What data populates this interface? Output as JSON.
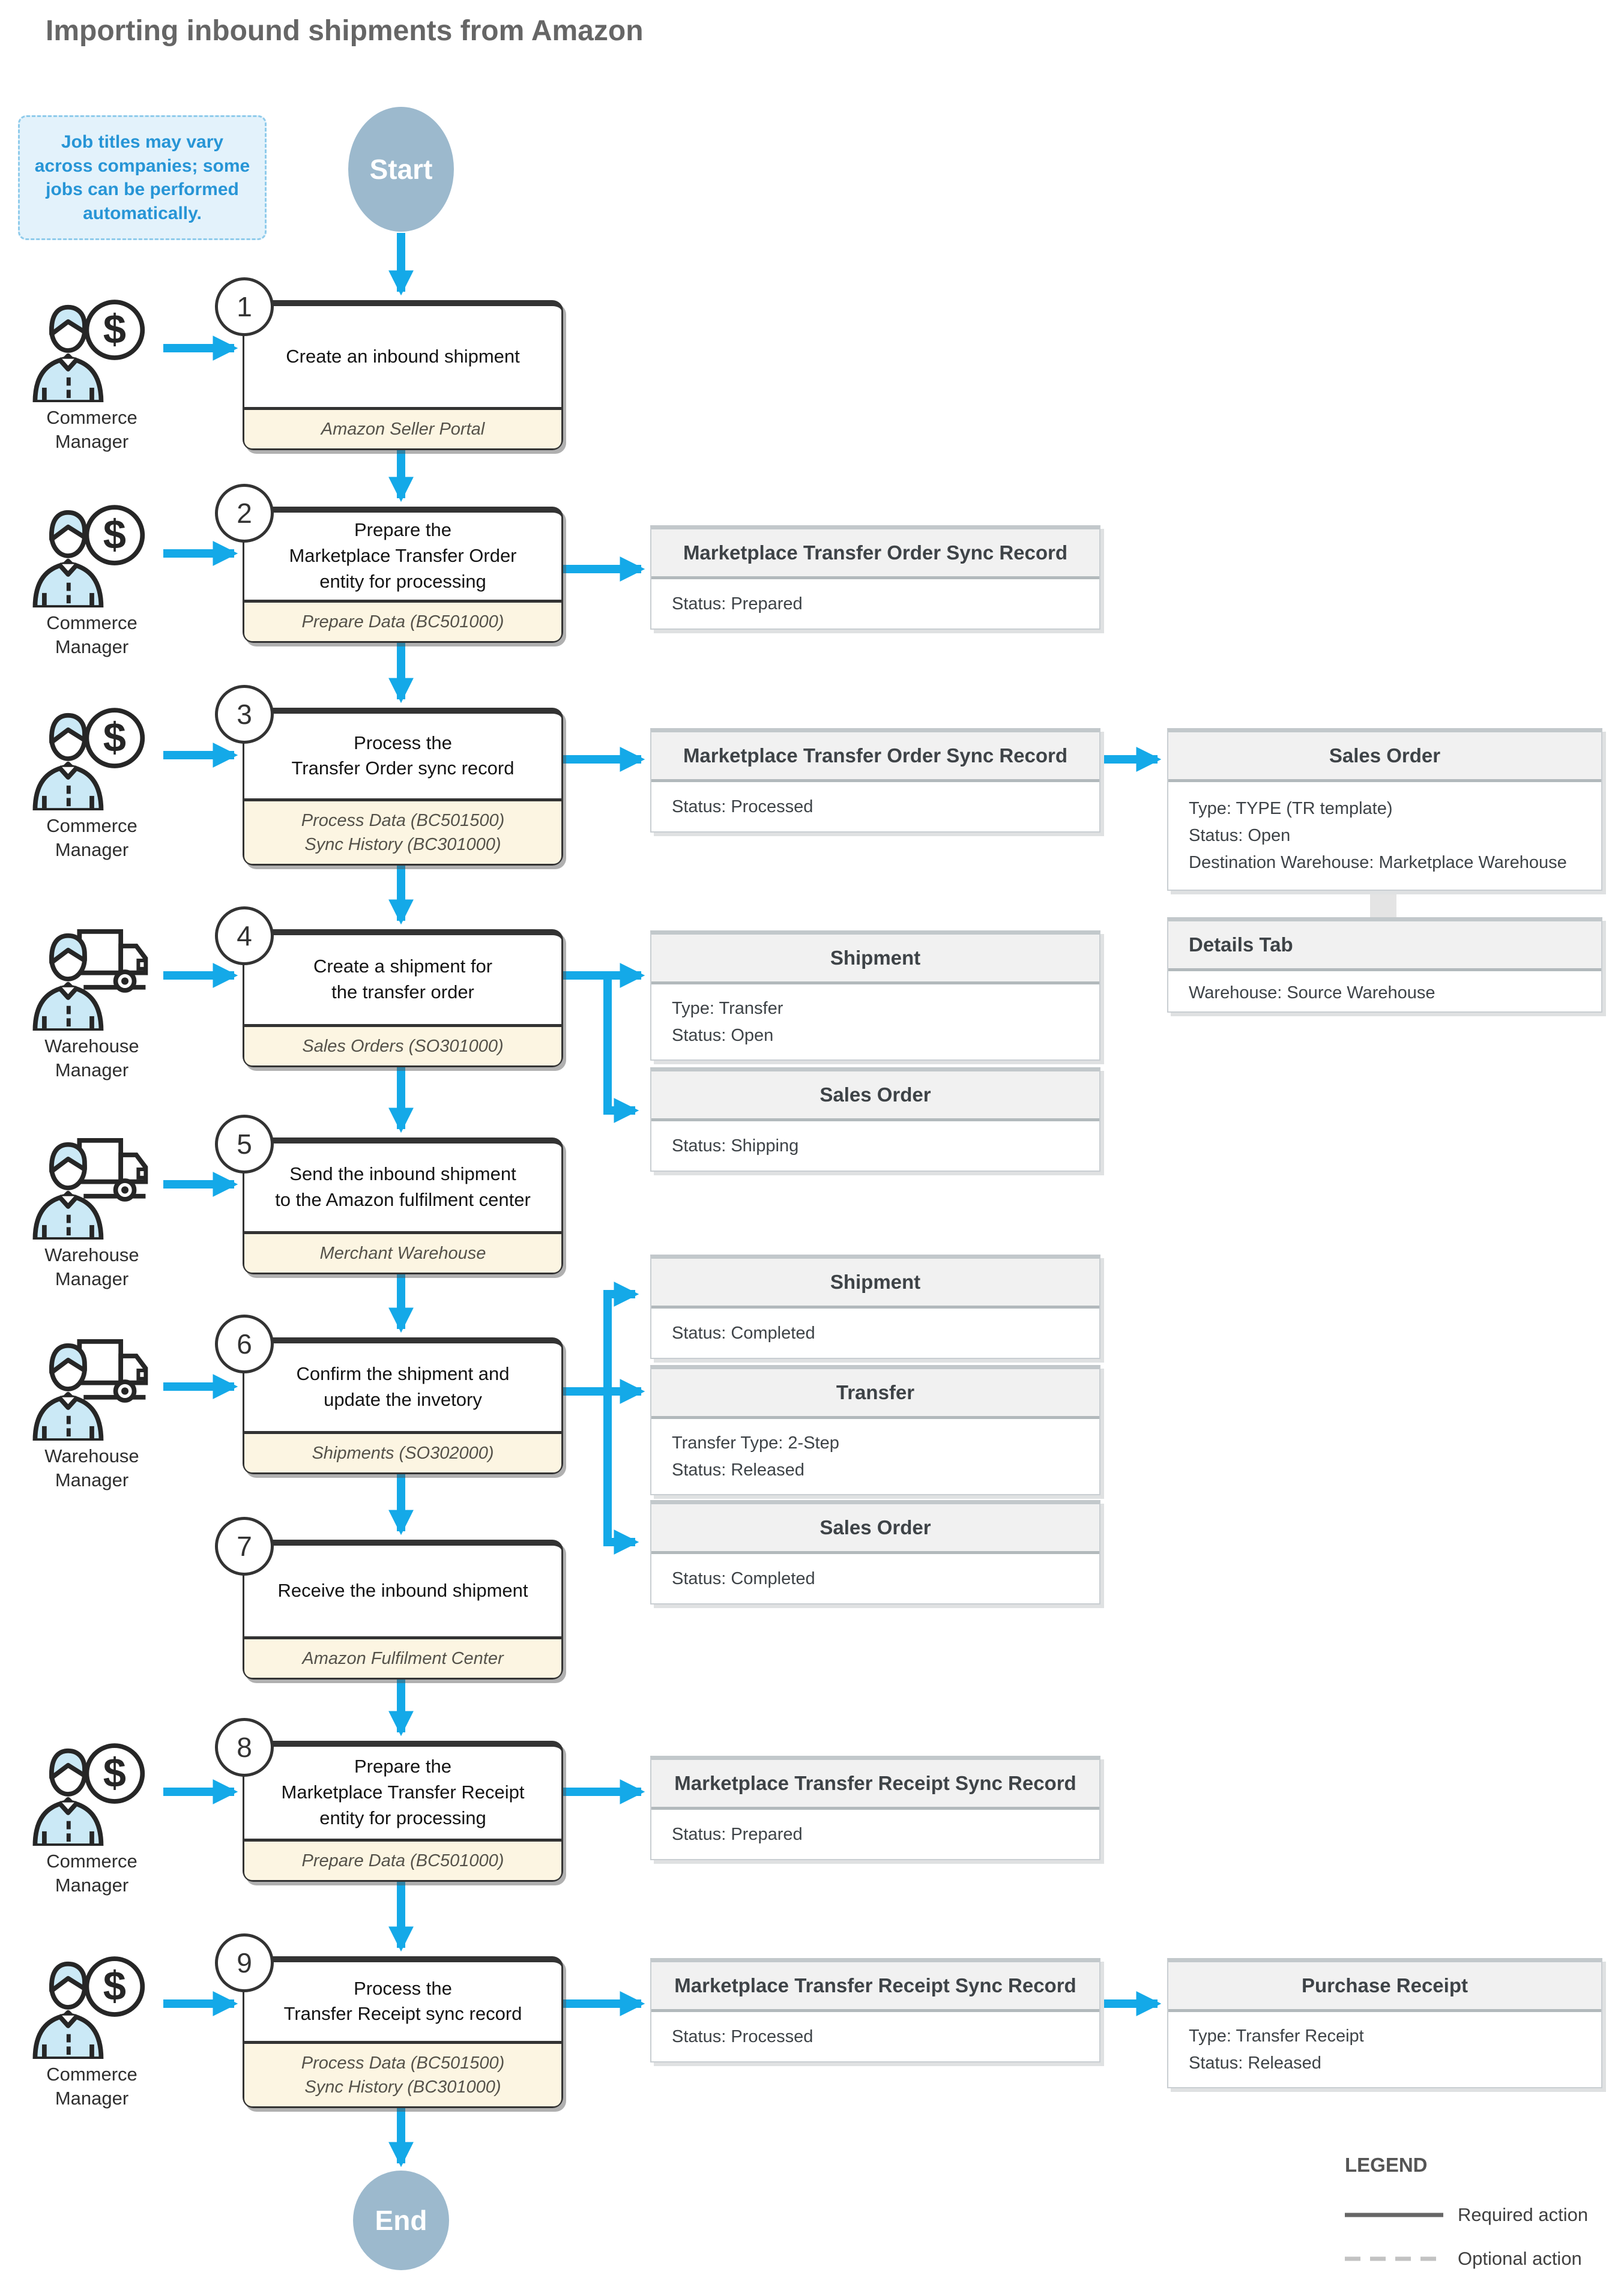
{
  "title": "Importing inbound shipments from Amazon",
  "note": "Job titles may vary\nacross companies; some\njobs can be performed\nautomatically.",
  "terminals": {
    "start": "Start",
    "end": "End"
  },
  "actors": {
    "commerce": "Commerce\nManager",
    "warehouse": "Warehouse\nManager"
  },
  "steps": [
    {
      "number": "1",
      "title": "Create an inbound shipment",
      "footer": "Amazon Seller Portal"
    },
    {
      "number": "2",
      "title": "Prepare the\nMarketplace Transfer Order\nentity for processing",
      "footer": "Prepare Data (BC501000)"
    },
    {
      "number": "3",
      "title": "Process the\nTransfer Order sync record",
      "footer": "Process Data (BC501500)\nSync History (BC301000)"
    },
    {
      "number": "4",
      "title": "Create a shipment for\nthe transfer order",
      "footer": "Sales Orders (SO301000)"
    },
    {
      "number": "5",
      "title": "Send the inbound shipment\nto the Amazon fulfilment center",
      "footer": "Merchant Warehouse"
    },
    {
      "number": "6",
      "title": "Confirm the shipment and\nupdate the invetory",
      "footer": "Shipments (SO302000)"
    },
    {
      "number": "7",
      "title": "Receive the inbound shipment",
      "footer": "Amazon Fulfilment Center"
    },
    {
      "number": "8",
      "title": "Prepare the\nMarketplace Transfer Receipt\nentity for processing",
      "footer": "Prepare Data (BC501000)"
    },
    {
      "number": "9",
      "title": "Process the\nTransfer Receipt sync record",
      "footer": "Process Data (BC501500)\nSync History (BC301000)"
    }
  ],
  "records": {
    "mto_prepared": {
      "title": "Marketplace Transfer Order Sync Record",
      "body": "Status: Prepared"
    },
    "mto_processed": {
      "title": "Marketplace Transfer Order Sync Record",
      "body": "Status: Processed"
    },
    "sales_order_open": {
      "title": "Sales Order",
      "body": "Type: TYPE (TR template)\nStatus: Open\nDestination Warehouse: Marketplace Warehouse"
    },
    "details_tab": {
      "title": "Details Tab",
      "body": "Warehouse: Source Warehouse"
    },
    "shipment_open": {
      "title": "Shipment",
      "body": "Type: Transfer\nStatus: Open"
    },
    "sales_order_shipping": {
      "title": "Sales Order",
      "body": "Status: Shipping"
    },
    "shipment_completed": {
      "title": "Shipment",
      "body": "Status: Completed"
    },
    "transfer_released": {
      "title": "Transfer",
      "body": "Transfer Type: 2-Step\nStatus: Released"
    },
    "sales_order_completed": {
      "title": "Sales Order",
      "body": "Status: Completed"
    },
    "mtr_prepared": {
      "title": "Marketplace Transfer Receipt Sync Record",
      "body": "Status: Prepared"
    },
    "mtr_processed": {
      "title": "Marketplace Transfer Receipt Sync Record",
      "body": "Status: Processed"
    },
    "purchase_receipt": {
      "title": "Purchase Receipt",
      "body": "Type: Transfer Receipt\nStatus: Released"
    }
  },
  "legend": {
    "title": "LEGEND",
    "required": "Required action",
    "optional": "Optional action"
  },
  "colors": {
    "arrow": "#14A9E8",
    "terminal_fill": "#9CB9CD",
    "note_bg": "#E3F2FB",
    "note_border": "#8FCBEB",
    "note_text": "#2795D6",
    "footer_bg": "#FCF5E2",
    "box_border": "#333333",
    "record_header_bg": "#F1F1F1",
    "record_border": "#B2B9BC",
    "title_color": "#666666",
    "connector_gray": "#E4E4E4",
    "legend_required_line": "#666666",
    "legend_optional_line": "#C2C2C2"
  }
}
